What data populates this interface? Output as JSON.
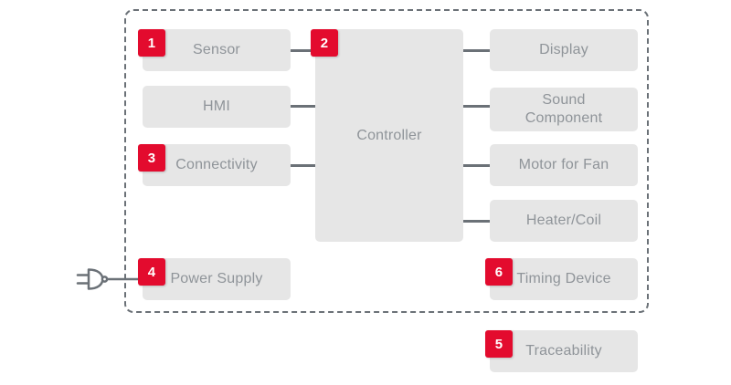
{
  "colors": {
    "badge-red": "#e30b2e",
    "block-bg": "#e6e6e6",
    "label-gray": "#8f9499",
    "line-gray": "#6b7177",
    "badge-text": "#ffffff"
  },
  "blocks": {
    "sensor": {
      "label": "Sensor",
      "badge": "1"
    },
    "hmi": {
      "label": "HMI"
    },
    "connectivity": {
      "label": "Connectivity",
      "badge": "3"
    },
    "power_supply": {
      "label": "Power Supply",
      "badge": "4"
    },
    "controller": {
      "label": "Controller",
      "badge": "2"
    },
    "display": {
      "label": "Display"
    },
    "sound_component": {
      "label": "Sound Component"
    },
    "motor_for_fan": {
      "label": "Motor for Fan"
    },
    "heater_coil": {
      "label": "Heater/Coil"
    },
    "timing_device": {
      "label": "Timing Device",
      "badge": "6"
    },
    "traceability": {
      "label": "Traceability",
      "badge": "5"
    }
  },
  "icons": {
    "plug": "power-plug-icon"
  }
}
